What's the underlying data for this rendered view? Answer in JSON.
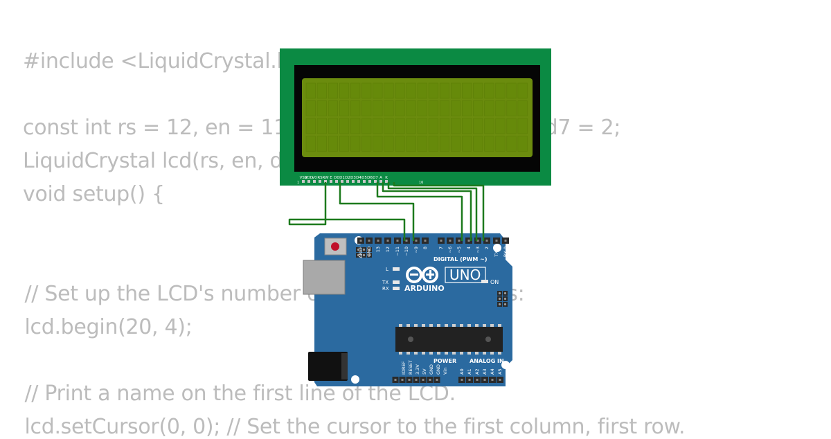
{
  "code": {
    "lines": [
      "#include <LiquidCrystal.h>",
      "const int rs = 12, en = 11, d4 = 5, d5 = 4, d6 = 3, d7 = 2;",
      "LiquidCrystal lcd(rs, en, d4, d5, d6, d7);",
      "void setup() {",
      "  // Set up the LCD's number of columns and rows:",
      "  lcd.begin(20, 4);",
      "  // Print a name on the first line of the LCD.",
      "  lcd.setCursor(0, 0); // Set the cursor to the first column, first row."
    ]
  },
  "lcd": {
    "pin_labels": [
      "VSS",
      "VDD",
      "V0",
      "RS",
      "RW",
      "E",
      "D0",
      "D1",
      "D2",
      "D3",
      "D4",
      "D5",
      "D6",
      "D7",
      "A",
      "K"
    ],
    "pin_first": "1",
    "pin_last": "16",
    "bezel_color": "#0b8a43",
    "screen_color": "#6b8c0e"
  },
  "arduino": {
    "brand": "ARDUINO",
    "model": "UNO",
    "digital_label": "DIGITAL (PWM ~)",
    "power_label": "POWER",
    "analog_label": "ANALOG IN",
    "on_label": "ON",
    "led_labels": [
      "L",
      "TX",
      "RX"
    ],
    "digital_pins": [
      "AREF",
      "GND",
      "13",
      "12",
      "~11",
      "~10",
      "~9",
      "8",
      "7",
      "~6",
      "~5",
      "4",
      "~3",
      "2",
      "TX 1",
      "RX 0"
    ],
    "power_pins": [
      "IOREF",
      "RESET",
      "3.3V",
      "5V",
      "GND",
      "GND",
      "Vin"
    ],
    "analog_pins": [
      "A0",
      "A1",
      "A2",
      "A3",
      "A4",
      "A5"
    ],
    "board_color": "#2b6aa0",
    "wire_color": "#1d7a1d"
  }
}
